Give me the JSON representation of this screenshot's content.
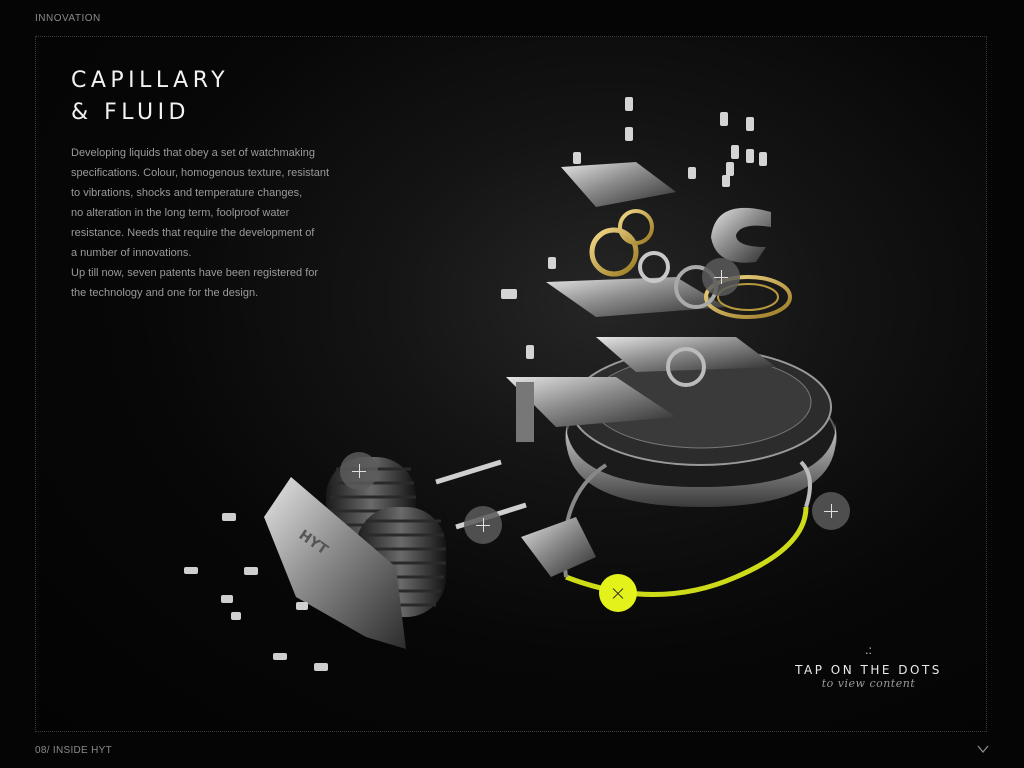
{
  "header": {
    "section_label": "INNOVATION"
  },
  "content": {
    "title_line1": "CAPILLARY",
    "title_line2": "& FLUID",
    "paragraph_lines": [
      "Developing liquids that obey a set of watchmaking",
      "specifications. Colour, homogenous texture, resistant",
      "to vibrations, shocks and temperature changes,",
      "no alteration in the long term, foolproof water",
      "resistance. Needs that require the development of",
      "a number of innovations.",
      "Up till now, seven patents have been registered for",
      "the technology and one for the design."
    ]
  },
  "engraving": {
    "text": "HYT"
  },
  "hotspots": [
    {
      "name": "hotspot-bellows",
      "state": "inactive",
      "icon": "plus-icon"
    },
    {
      "name": "hotspot-capillary-left",
      "state": "inactive",
      "icon": "plus-icon"
    },
    {
      "name": "hotspot-movement",
      "state": "inactive",
      "icon": "plus-icon"
    },
    {
      "name": "hotspot-capillary-right",
      "state": "inactive",
      "icon": "plus-icon"
    },
    {
      "name": "hotspot-fluid",
      "state": "active",
      "icon": "close-icon"
    }
  ],
  "cta": {
    "dots": ".:",
    "main": "TAP ON THE DOTS",
    "sub": "to view content"
  },
  "footer": {
    "page_label": "08/ INSIDE HYT",
    "next_icon": "chevron-down-icon"
  },
  "colors": {
    "accent": "#e2f21a",
    "background": "#050505",
    "hotspot": "#5a5a5a"
  }
}
